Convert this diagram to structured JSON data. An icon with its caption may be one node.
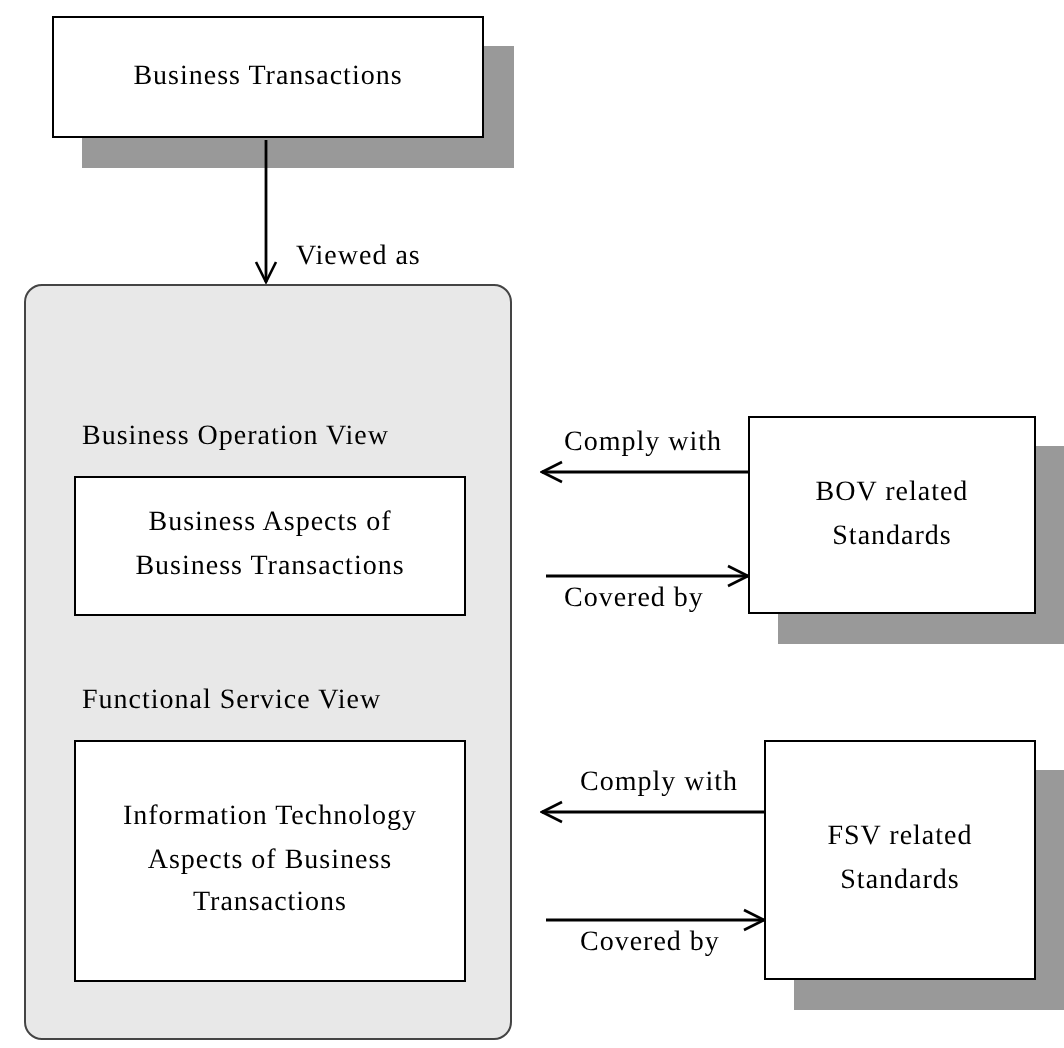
{
  "diagram": {
    "nodes": [
      {
        "text": [
          "Business Transactions"
        ]
      },
      {
        "text": [],
        "shape": "box"
      },
      {
        "text": [
          "Business Operation View",
          "Business Aspects of Business Transactions"
        ],
        "in": 1
      },
      {
        "text": [
          "Functional Service View",
          "Information Technology Aspects of Business Transactions"
        ],
        "in": 1
      },
      {
        "text": [
          "BOV related Standards"
        ]
      },
      {
        "text": [
          "FSV related Standards"
        ]
      }
    ],
    "edges": [
      {
        "from": 0,
        "to": 1,
        "arrow": "to",
        "label": "Viewed as"
      },
      {
        "from": 4,
        "to": 2,
        "arrow": "to",
        "label": "Comply with"
      },
      {
        "from": 2,
        "to": 4,
        "arrow": "to",
        "label": "Covered by"
      },
      {
        "from": 5,
        "to": 3,
        "arrow": "to",
        "label": "Comply with"
      },
      {
        "from": 3,
        "to": 5,
        "arrow": "to",
        "label": "Covered by"
      }
    ]
  }
}
